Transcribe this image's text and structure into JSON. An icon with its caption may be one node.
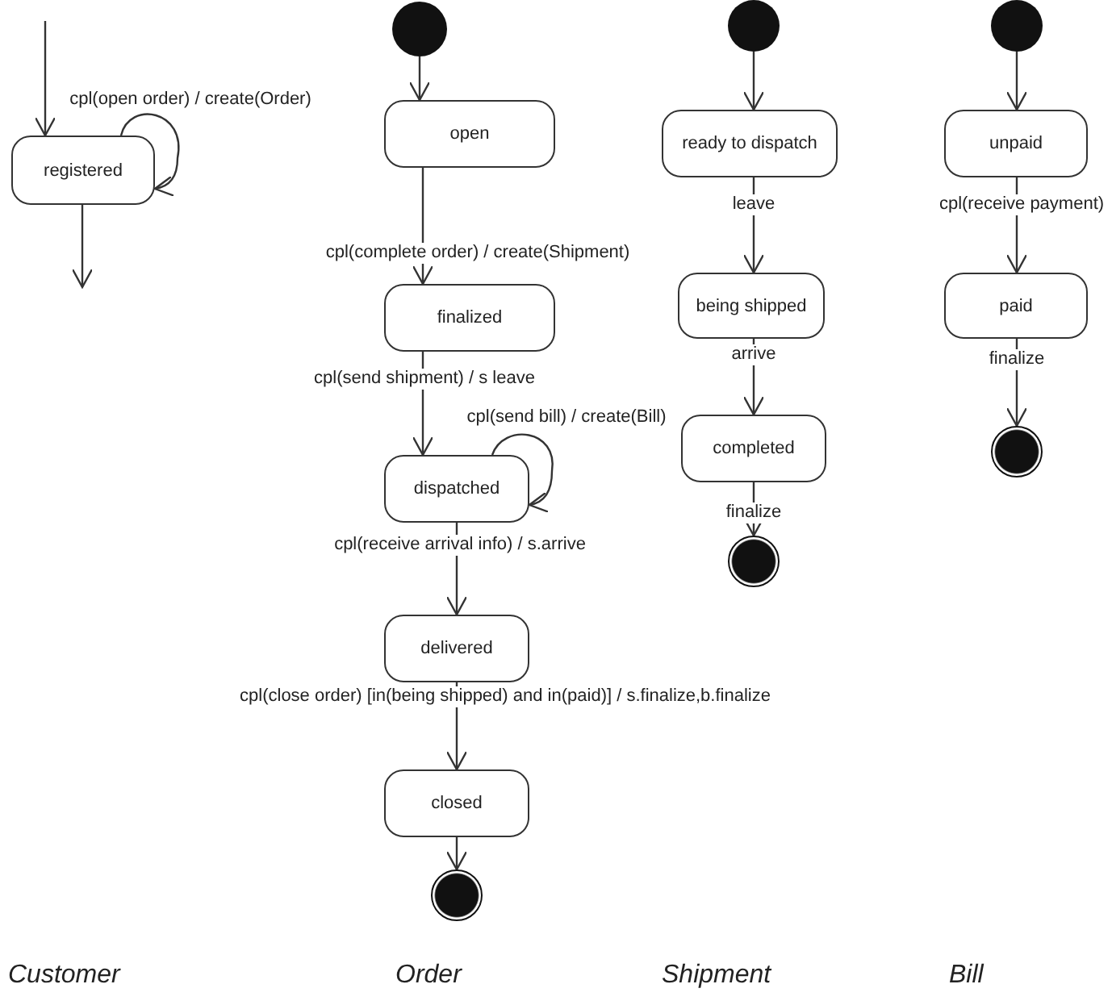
{
  "diagram": {
    "nodes": [
      {
        "text": [
          "registered"
        ]
      },
      {
        "text": [],
        "shape": "circle"
      },
      {
        "text": [
          "open"
        ]
      },
      {
        "text": [
          "finalized"
        ]
      },
      {
        "text": [
          "dispatched"
        ]
      },
      {
        "text": [
          "delivered"
        ]
      },
      {
        "text": [
          "closed"
        ]
      },
      {
        "text": [],
        "shape": "circle"
      },
      {
        "text": [],
        "shape": "circle"
      },
      {
        "text": [
          "ready to dispatch"
        ]
      },
      {
        "text": [
          "being shipped"
        ]
      },
      {
        "text": [
          "completed"
        ]
      },
      {
        "text": [],
        "shape": "circle"
      },
      {
        "text": [],
        "shape": "circle"
      },
      {
        "text": [
          "unpaid"
        ]
      },
      {
        "text": [
          "paid"
        ]
      },
      {
        "text": [],
        "shape": "circle"
      }
    ],
    "edges": [
      {
        "from": null,
        "to": 0,
        "arrow": "to",
        "label": "cpl(open order) / create(Order)"
      },
      {
        "from": 0,
        "to": 0,
        "arrow": "to"
      },
      {
        "from": 0,
        "to": null,
        "arrow": "to"
      },
      {
        "from": 1,
        "to": 2,
        "arrow": "to"
      },
      {
        "from": 2,
        "to": 3,
        "arrow": "to",
        "label": "cpl(complete order) / create(Shipment)"
      },
      {
        "from": 3,
        "to": 4,
        "arrow": "to",
        "label": "cpl(send shipment) / s leave"
      },
      {
        "from": 4,
        "to": 4,
        "arrow": "to",
        "label": "cpl(send bill) / create(Bill)"
      },
      {
        "from": 4,
        "to": 5,
        "arrow": "to",
        "label": "cpl(receive arrival info) / s.arrive"
      },
      {
        "from": 5,
        "to": 6,
        "arrow": "to",
        "label": "cpl(close order) [in(being shipped) and in(paid)] / s.finalize,b.finalize"
      },
      {
        "from": 6,
        "to": 7,
        "arrow": "to"
      },
      {
        "from": 8,
        "to": 9,
        "arrow": "to"
      },
      {
        "from": 9,
        "to": 10,
        "arrow": "to",
        "label": "leave"
      },
      {
        "from": 10,
        "to": 11,
        "arrow": "to",
        "label": "arrive"
      },
      {
        "from": 11,
        "to": 12,
        "arrow": "to",
        "label": "finalize"
      },
      {
        "from": 13,
        "to": 14,
        "arrow": "to"
      },
      {
        "from": 14,
        "to": 15,
        "arrow": "to",
        "label": "cpl(receive payment)"
      },
      {
        "from": 15,
        "to": 16,
        "arrow": "to",
        "label": "finalize"
      }
    ],
    "labels": [
      "Customer",
      "Order",
      "Shipment",
      "Bill"
    ]
  }
}
